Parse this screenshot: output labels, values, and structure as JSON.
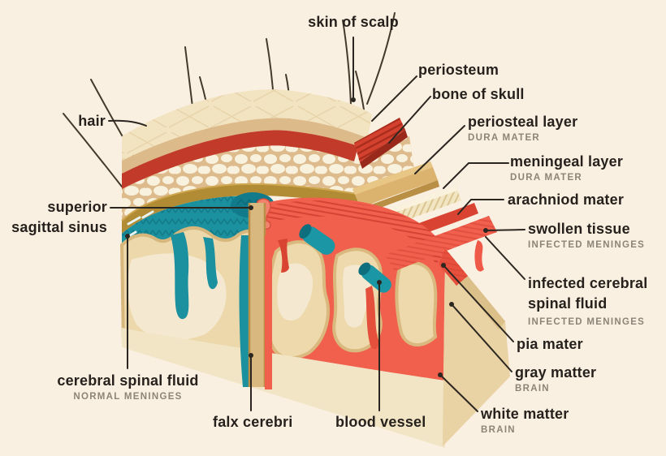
{
  "labels": {
    "skin_of_scalp": {
      "text": "skin of scalp"
    },
    "hair": {
      "text": "hair"
    },
    "periosteum": {
      "text": "periosteum"
    },
    "bone_of_skull": {
      "text": "bone of skull"
    },
    "periosteal_layer": {
      "text": "periosteal layer",
      "sub": "DURA MATER"
    },
    "meningeal_layer": {
      "text": "meningeal layer",
      "sub": "DURA MATER"
    },
    "arachnoid_mater": {
      "text": "arachniod mater"
    },
    "swollen_tissue": {
      "text": "swollen tissue",
      "sub": "INFECTED MENINGES"
    },
    "infected_csf": {
      "line1": "infected cerebral",
      "line2": "spinal fluid",
      "sub": "INFECTED MENINGES"
    },
    "pia_mater": {
      "text": "pia mater"
    },
    "gray_matter": {
      "text": "gray matter",
      "sub": "BRAIN"
    },
    "white_matter": {
      "text": "white matter",
      "sub": "BRAIN"
    },
    "superior_sagittal_sinus": {
      "line1": "superior",
      "line2": "sagittal sinus"
    },
    "cerebral_spinal_fluid": {
      "text": "cerebral spinal fluid",
      "sub": "NORMAL MENINGES"
    },
    "falx_cerebri": {
      "text": "falx cerebri"
    },
    "blood_vessel": {
      "text": "blood vessel"
    }
  },
  "colors": {
    "background": "#faf0e2",
    "label_text": "#26211c",
    "sublabel_text": "#8d8478",
    "leader_line": "#2b2620",
    "scalp_skin": "#f2e3c1",
    "scalp_edge": "#dcba8a",
    "periosteum_red": "#c23a29",
    "bone_tan": "#ddbb8c",
    "bone_cream": "#f8f1dd",
    "dura_gold": "#b28b35",
    "csf_teal": "#1b909f",
    "infected_salmon": "#f15f4d",
    "arachnoid_red": "#d84431",
    "brain_cream": "#ecd8ab",
    "brain_pale": "#f4e9d0",
    "falx_tan": "#d9b87f",
    "vessel_teal": "#1b96a4"
  }
}
